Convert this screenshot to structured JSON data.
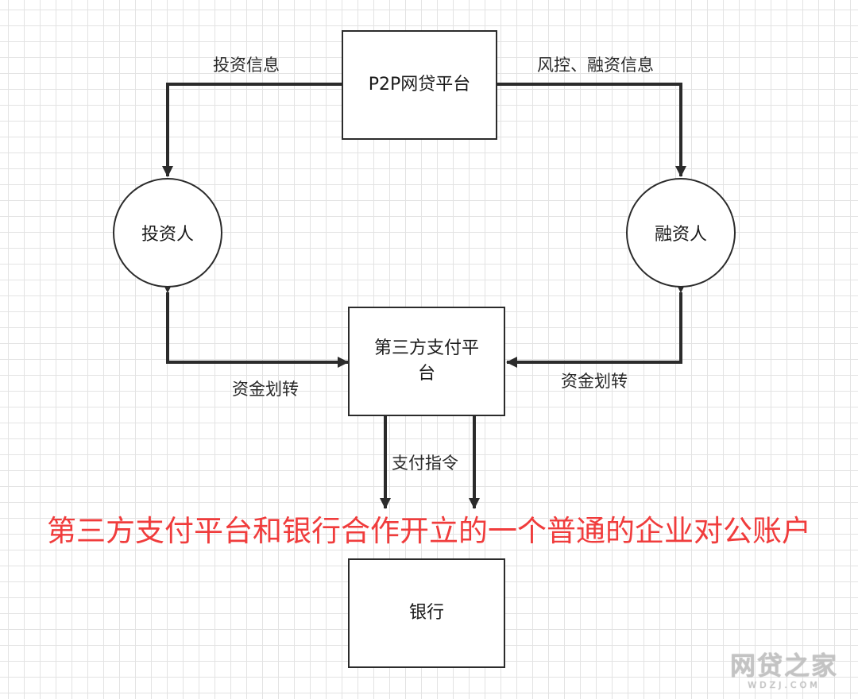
{
  "nodes": {
    "p2p_platform": "P2P网贷平台",
    "investor": "投资人",
    "borrower": "融资人",
    "payment_platform_line1": "第三方支付平",
    "payment_platform_line2": "台",
    "bank": "银行"
  },
  "edges": {
    "investment_info": "投资信息",
    "risk_financing_info": "风控、融资信息",
    "funds_transfer_left": "资金划转",
    "funds_transfer_right": "资金划转",
    "payment_instruction": "支付指令"
  },
  "annotation": "第三方支付平台和银行合作开立的一个普通的企业对公账户",
  "watermark": {
    "brand": "网贷之家",
    "site": "WDZJ.COM"
  },
  "colors": {
    "annotation": "#f03c3c",
    "stroke": "#2b2b2b",
    "grid": "#e3e3e3"
  }
}
